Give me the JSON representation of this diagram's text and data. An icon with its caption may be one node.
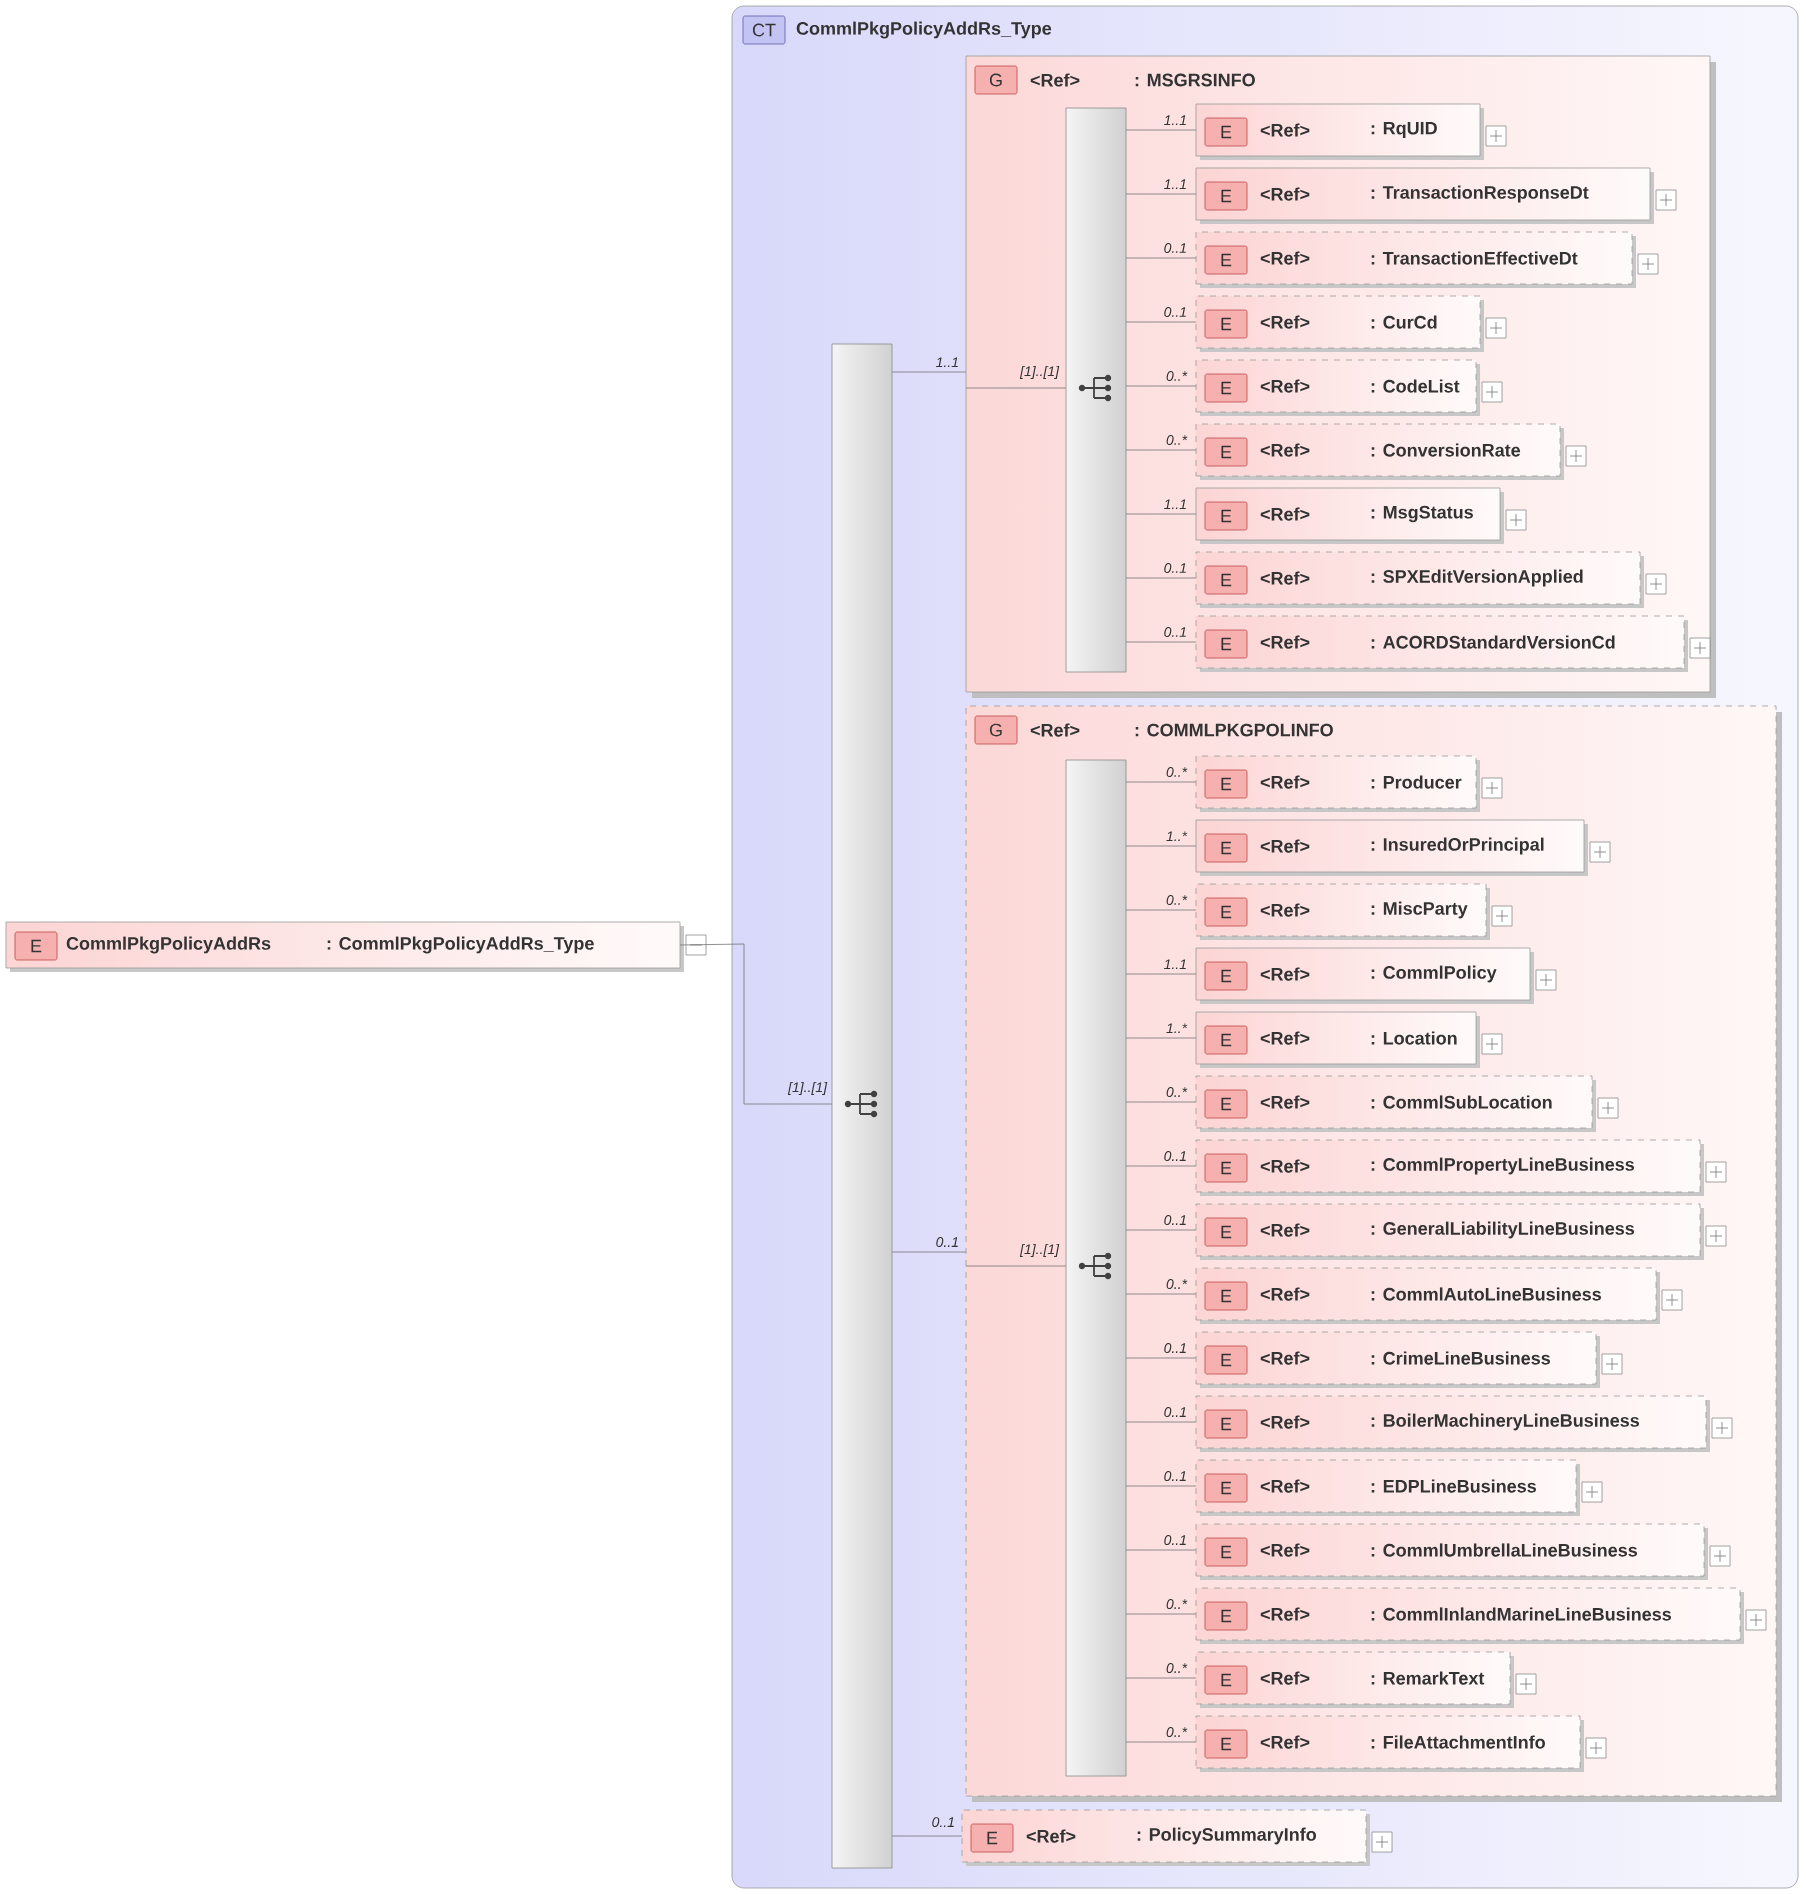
{
  "diagram": {
    "nodes": [
      {
        "text": [
          "E",
          "CommlPkgPolicyAddRs",
          ": CommlPkgPolicyAddRs_Type"
        ]
      },
      {
        "text": [
          "CT",
          "CommlPkgPolicyAddRs_Type"
        ]
      },
      {
        "text": [],
        "shape": "bar",
        "in": 1
      },
      {
        "text": [
          "G",
          "<Ref>",
          ": MSGRSINFO"
        ],
        "in": 1
      },
      {
        "text": [],
        "shape": "bar",
        "in": 3
      },
      {
        "text": [
          "E",
          "<Ref>",
          ": RqUID"
        ],
        "in": 3
      },
      {
        "text": [
          "E",
          "<Ref>",
          ": TransactionResponseDt"
        ],
        "in": 3
      },
      {
        "text": [
          "E",
          "<Ref>",
          ": TransactionEffectiveDt"
        ],
        "in": 3
      },
      {
        "text": [
          "E",
          "<Ref>",
          ": CurCd"
        ],
        "in": 3
      },
      {
        "text": [
          "E",
          "<Ref>",
          ": CodeList"
        ],
        "in": 3
      },
      {
        "text": [
          "E",
          "<Ref>",
          ": ConversionRate"
        ],
        "in": 3
      },
      {
        "text": [
          "E",
          "<Ref>",
          ": MsgStatus"
        ],
        "in": 3
      },
      {
        "text": [
          "E",
          "<Ref>",
          ": SPXEditVersionApplied"
        ],
        "in": 3
      },
      {
        "text": [
          "E",
          "<Ref>",
          ": ACORDStandardVersionCd"
        ],
        "in": 3
      },
      {
        "text": [
          "G",
          "<Ref>",
          ": COMMLPKGPOLINFO"
        ],
        "in": 1
      },
      {
        "text": [],
        "shape": "bar",
        "in": 14
      },
      {
        "text": [
          "E",
          "<Ref>",
          ": Producer"
        ],
        "in": 14
      },
      {
        "text": [
          "E",
          "<Ref>",
          ": InsuredOrPrincipal"
        ],
        "in": 14
      },
      {
        "text": [
          "E",
          "<Ref>",
          ": MiscParty"
        ],
        "in": 14
      },
      {
        "text": [
          "E",
          "<Ref>",
          ": CommlPolicy"
        ],
        "in": 14
      },
      {
        "text": [
          "E",
          "<Ref>",
          ": Location"
        ],
        "in": 14
      },
      {
        "text": [
          "E",
          "<Ref>",
          ": CommlSubLocation"
        ],
        "in": 14
      },
      {
        "text": [
          "E",
          "<Ref>",
          ": CommlPropertyLineBusiness"
        ],
        "in": 14
      },
      {
        "text": [
          "E",
          "<Ref>",
          ": GeneralLiabilityLineBusiness"
        ],
        "in": 14
      },
      {
        "text": [
          "E",
          "<Ref>",
          ": CommlAutoLineBusiness"
        ],
        "in": 14
      },
      {
        "text": [
          "E",
          "<Ref>",
          ": CrimeLineBusiness"
        ],
        "in": 14
      },
      {
        "text": [
          "E",
          "<Ref>",
          ": BoilerMachineryLineBusiness"
        ],
        "in": 14
      },
      {
        "text": [
          "E",
          "<Ref>",
          ": EDPLineBusiness"
        ],
        "in": 14
      },
      {
        "text": [
          "E",
          "<Ref>",
          ": CommlUmbrellaLineBusiness"
        ],
        "in": 14
      },
      {
        "text": [
          "E",
          "<Ref>",
          ": CommlInlandMarineLineBusiness"
        ],
        "in": 14
      },
      {
        "text": [
          "E",
          "<Ref>",
          ": RemarkText"
        ],
        "in": 14
      },
      {
        "text": [
          "E",
          "<Ref>",
          ": FileAttachmentInfo"
        ],
        "in": 14
      },
      {
        "text": [
          "E",
          "<Ref>",
          ": PolicySummaryInfo"
        ],
        "in": 1
      }
    ],
    "edges": [
      {
        "from": 0,
        "to": 2,
        "arrow": "none",
        "label": "[1]..[1]"
      },
      {
        "from": 2,
        "to": 3,
        "arrow": "none",
        "label": "1..1"
      },
      {
        "from": 3,
        "to": 4,
        "arrow": "none",
        "label": "[1]..[1]"
      },
      {
        "from": 4,
        "to": 5,
        "arrow": "none",
        "label": "1..1"
      },
      {
        "from": 4,
        "to": 6,
        "arrow": "none",
        "label": "1..1"
      },
      {
        "from": 4,
        "to": 7,
        "arrow": "none",
        "label": "0..1"
      },
      {
        "from": 4,
        "to": 8,
        "arrow": "none",
        "label": "0..1"
      },
      {
        "from": 4,
        "to": 9,
        "arrow": "none",
        "label": "0..*"
      },
      {
        "from": 4,
        "to": 10,
        "arrow": "none",
        "label": "0..*"
      },
      {
        "from": 4,
        "to": 11,
        "arrow": "none",
        "label": "1..1"
      },
      {
        "from": 4,
        "to": 12,
        "arrow": "none",
        "label": "0..1"
      },
      {
        "from": 4,
        "to": 13,
        "arrow": "none",
        "label": "0..1"
      },
      {
        "from": 2,
        "to": 14,
        "arrow": "none",
        "label": "0..1"
      },
      {
        "from": 14,
        "to": 15,
        "arrow": "none",
        "label": "[1]..[1]"
      },
      {
        "from": 15,
        "to": 16,
        "arrow": "none",
        "label": "0..*"
      },
      {
        "from": 15,
        "to": 17,
        "arrow": "none",
        "label": "1..*"
      },
      {
        "from": 15,
        "to": 18,
        "arrow": "none",
        "label": "0..*"
      },
      {
        "from": 15,
        "to": 19,
        "arrow": "none",
        "label": "1..1"
      },
      {
        "from": 15,
        "to": 20,
        "arrow": "none",
        "label": "1..*"
      },
      {
        "from": 15,
        "to": 21,
        "arrow": "none",
        "label": "0..*"
      },
      {
        "from": 15,
        "to": 22,
        "arrow": "none",
        "label": "0..1"
      },
      {
        "from": 15,
        "to": 23,
        "arrow": "none",
        "label": "0..1"
      },
      {
        "from": 15,
        "to": 24,
        "arrow": "none",
        "label": "0..*"
      },
      {
        "from": 15,
        "to": 25,
        "arrow": "none",
        "label": "0..1"
      },
      {
        "from": 15,
        "to": 26,
        "arrow": "none",
        "label": "0..1"
      },
      {
        "from": 15,
        "to": 27,
        "arrow": "none",
        "label": "0..1"
      },
      {
        "from": 15,
        "to": 28,
        "arrow": "none",
        "label": "0..1"
      },
      {
        "from": 15,
        "to": 29,
        "arrow": "none",
        "label": "0..*"
      },
      {
        "from": 15,
        "to": 30,
        "arrow": "none",
        "label": "0..*"
      },
      {
        "from": 15,
        "to": 31,
        "arrow": "none",
        "label": "0..*"
      },
      {
        "from": 2,
        "to": 32,
        "arrow": "none",
        "label": "0..1"
      }
    ]
  }
}
